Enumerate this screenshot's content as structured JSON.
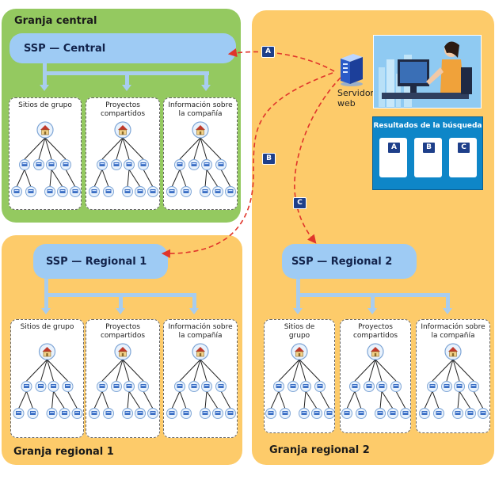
{
  "farms": {
    "central": {
      "title": "Granja central",
      "ssp": "SSP — Central",
      "sites": [
        "Sitios de grupo",
        "Proyectos compartidos",
        "Información sobre la compañía"
      ]
    },
    "regional1": {
      "title": "Granja regional 1",
      "ssp": "SSP — Regional 1",
      "sites": [
        "Sitios de grupo",
        "Proyectos compartidos",
        "Información sobre la compañía"
      ]
    },
    "regional2": {
      "title": "Granja regional 2",
      "ssp": "SSP — Regional 2",
      "sites": [
        "Sitios de grupo",
        "Proyectos compartidos",
        "Información sobre la compañía"
      ]
    }
  },
  "server": {
    "label": "Servidor web"
  },
  "results": {
    "title": "Resultados de la búsqueda",
    "badges": [
      "A",
      "B",
      "C"
    ]
  },
  "connections": {
    "labels": [
      "A",
      "B",
      "C"
    ]
  },
  "colors": {
    "central_bg": "#94c960",
    "regional_bg": "#fdcb6a",
    "ssp_fill": "#9ecbf4",
    "pipe": "#a8cdef",
    "dashed_arrow": "#e0352b",
    "badge": "#1e3f8a",
    "results_bg": "#0e86c8"
  }
}
